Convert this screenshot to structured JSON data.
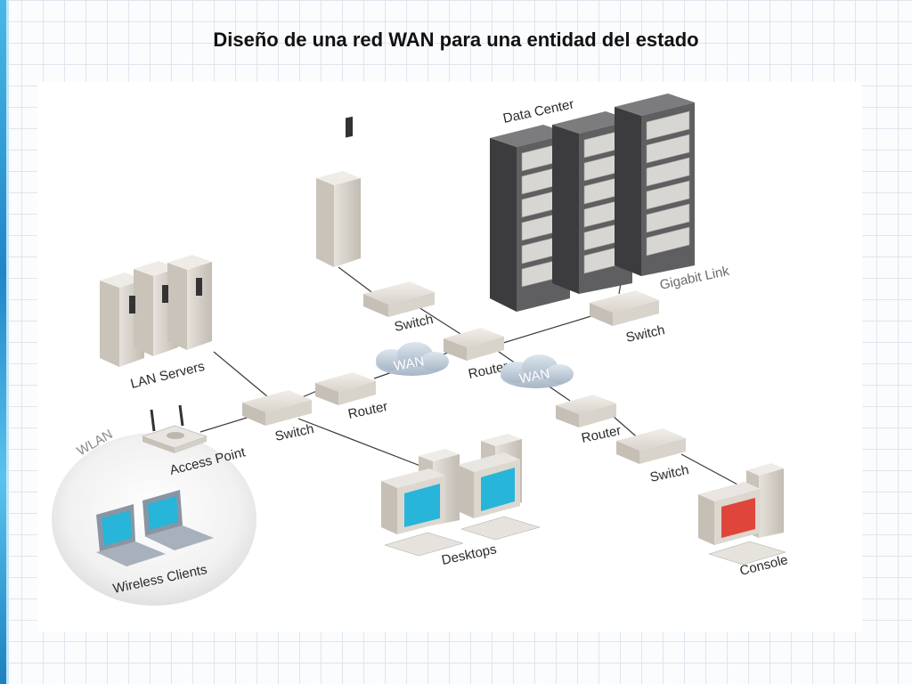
{
  "title": "Diseño de una red WAN para una entidad del estado",
  "labels": {
    "data_center": "Data Center",
    "gigabit_link": "Gigabit Link",
    "switch_dc": "Switch",
    "switch_top": "Switch",
    "router_center": "Router",
    "wan_left": "WAN",
    "wan_right": "WAN",
    "router_left": "Router",
    "switch_left": "Switch",
    "lan_servers": "LAN Servers",
    "wlan": "WLAN",
    "access_point": "Access Point",
    "wireless_clients": "Wireless Clients",
    "desktops": "Desktops",
    "router_right": "Router",
    "switch_right": "Switch",
    "console": "Console"
  },
  "colors": {
    "accent": "#1f86c8",
    "screen": "#27b5d9",
    "console_screen": "#e0453c",
    "device_body": "#d9d4cc",
    "rack": "#5a5a5c",
    "cloud": "#b8c6d4"
  }
}
